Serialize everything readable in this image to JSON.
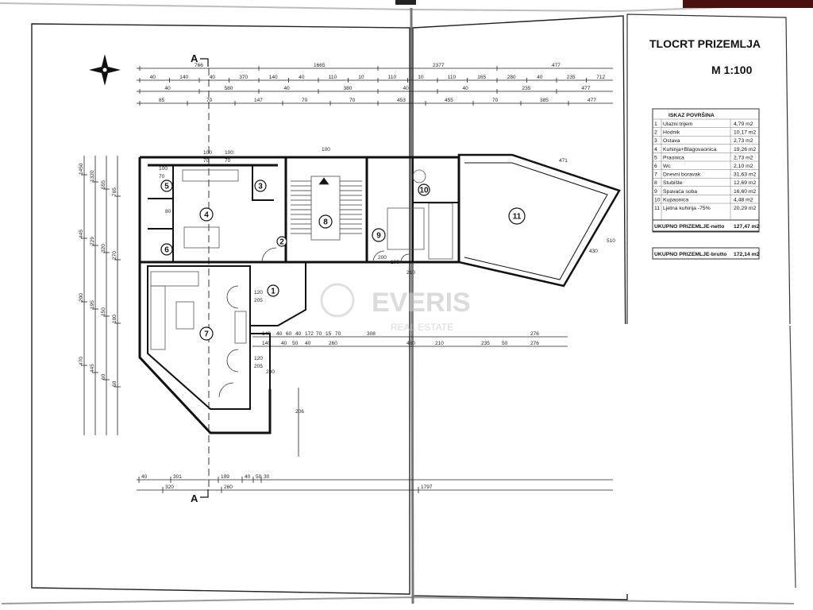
{
  "title_block": {
    "title": "TLOCRT PRIZEMLJA",
    "scale": "M 1:100"
  },
  "area_table": {
    "heading": "ISKAZ POVRŠINA",
    "rows": [
      {
        "no": "1",
        "name": "Ulazni trijem",
        "area": "4,79 m2"
      },
      {
        "no": "2",
        "name": "Hodnik",
        "area": "10,17 m2"
      },
      {
        "no": "3",
        "name": "Ostava",
        "area": "2,73 m2"
      },
      {
        "no": "4",
        "name": "Kuhinja+Blagovaonica",
        "area": "19,26 m2"
      },
      {
        "no": "5",
        "name": "Praonica",
        "area": "2,73 m2"
      },
      {
        "no": "6",
        "name": "Wc",
        "area": "2,10 m2"
      },
      {
        "no": "7",
        "name": "Dnevni boravak",
        "area": "31,63 m2"
      },
      {
        "no": "8",
        "name": "Stubište",
        "area": "12,69 m2"
      },
      {
        "no": "9",
        "name": "Spavaća soba",
        "area": "16,60 m2"
      },
      {
        "no": "10",
        "name": "Kupaonica",
        "area": "4,48 m2"
      },
      {
        "no": "11",
        "name": "Ljetna kuhinja -75%",
        "area": "20,29 m2"
      }
    ],
    "netto_label": "UKUPNO PRIZEMLJE-netto",
    "netto_value": "127,47 m2",
    "brutto_label": "UKUPNO PRIZEMLJE-brutto",
    "brutto_value": "172,14 m2"
  },
  "section_marker": "A",
  "rooms": [
    "1",
    "2",
    "3",
    "4",
    "5",
    "6",
    "7",
    "8",
    "9",
    "10",
    "11"
  ],
  "dims_top": {
    "row1": [
      "766",
      "1665",
      "2377",
      "477"
    ],
    "row2": [
      "40",
      "140",
      "40",
      "370",
      "140",
      "40",
      "110",
      "10",
      "110",
      "10",
      "110",
      "165",
      "280",
      "40",
      "235",
      "712"
    ],
    "row3": [
      "40",
      "580",
      "40",
      "380",
      "40",
      "40",
      "235",
      "477"
    ],
    "row4": [
      "85",
      "70",
      "147",
      "70",
      "70",
      "453",
      "455",
      "70",
      "385",
      "477"
    ]
  },
  "dims_left": [
    "1450",
    "1320",
    "555",
    "765",
    "445",
    "229",
    "320",
    "270",
    "200",
    "195",
    "150",
    "100",
    "470",
    "445",
    "60",
    "60"
  ],
  "dims_bottom": [
    "40",
    "301",
    "199",
    "40",
    "50",
    "30",
    "320",
    "260",
    "1797"
  ],
  "dims_mid": [
    "140",
    "40",
    "60",
    "40",
    "172",
    "70",
    "15",
    "70",
    "308",
    "276",
    "140",
    "40",
    "50",
    "40",
    "260",
    "480",
    "210",
    "235",
    "50",
    "276",
    "120",
    "205",
    "120",
    "205",
    "200",
    "80",
    "100",
    "70",
    "100",
    "70",
    "100",
    "70",
    "100",
    "210",
    "430",
    "510",
    "471",
    "206",
    "100",
    "200"
  ],
  "watermark": {
    "brand": "EVERIS",
    "sub": "REAL ESTATE"
  }
}
